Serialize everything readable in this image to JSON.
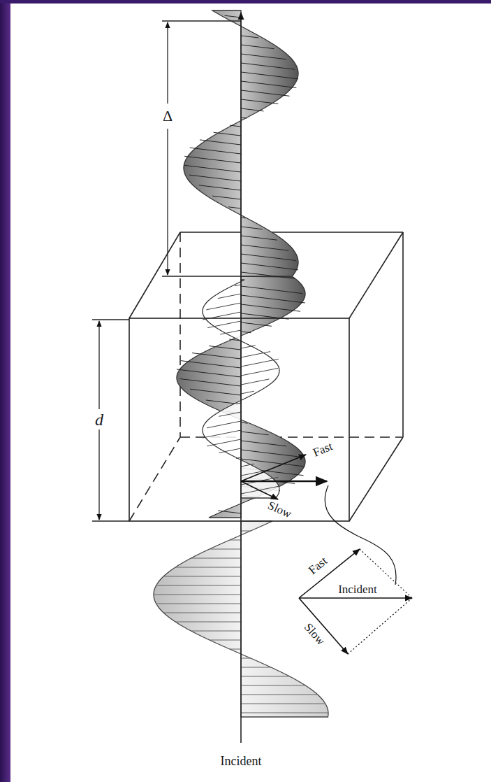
{
  "diagram": {
    "labels": [
      "Δ",
      "d",
      "Fast",
      "Slow",
      "Fast",
      "Incident",
      "Slow",
      "Incident"
    ]
  }
}
